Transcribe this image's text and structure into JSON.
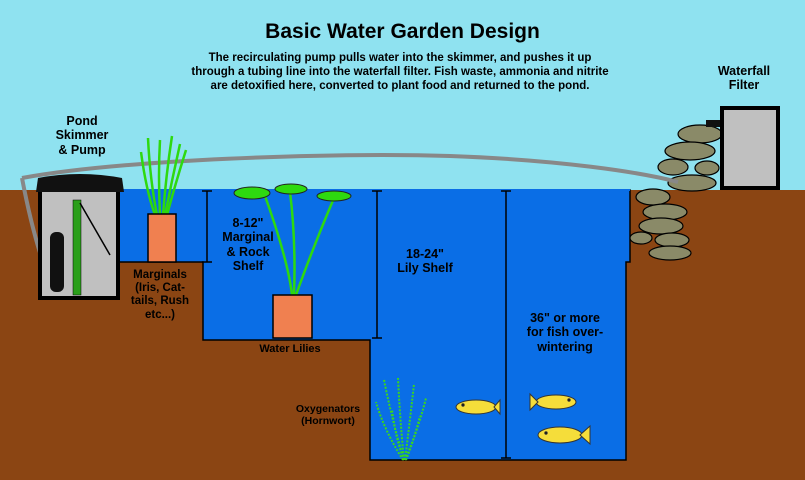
{
  "title": "Basic Water Garden Design",
  "subtitle": "The recirculating pump pulls water into the skimmer, and pushes it up through a tubing line into the waterfall filter. Fish waste, ammonia and nitrite are detoxified here, converted to plant food and returned to the pond.",
  "labels": {
    "waterfall_filter": "Waterfall\nFilter",
    "skimmer": "Pond\nSkimmer\n& Pump",
    "marginal_shelf": "8-12\"\nMarginal\n& Rock\nShelf",
    "lily_shelf": "18-24\"\nLily Shelf",
    "deep_zone": "36\" or more\nfor fish over-\nwintering",
    "marginals": "Marginals\n(Iris, Cat-\ntails, Rush\netc...)",
    "water_lilies": "Water Lilies",
    "oxygenators": "Oxygenators\n(Hornwort)"
  },
  "colors": {
    "sky": "#8fe2f0",
    "ground": "#8b4513",
    "water": "#0a6ee6",
    "pot": "#f08050",
    "stone": "#8a8a68",
    "skimmer_box": "#c0c0c0",
    "fish": "#f5dd3a",
    "plant": "#3ad61e"
  }
}
